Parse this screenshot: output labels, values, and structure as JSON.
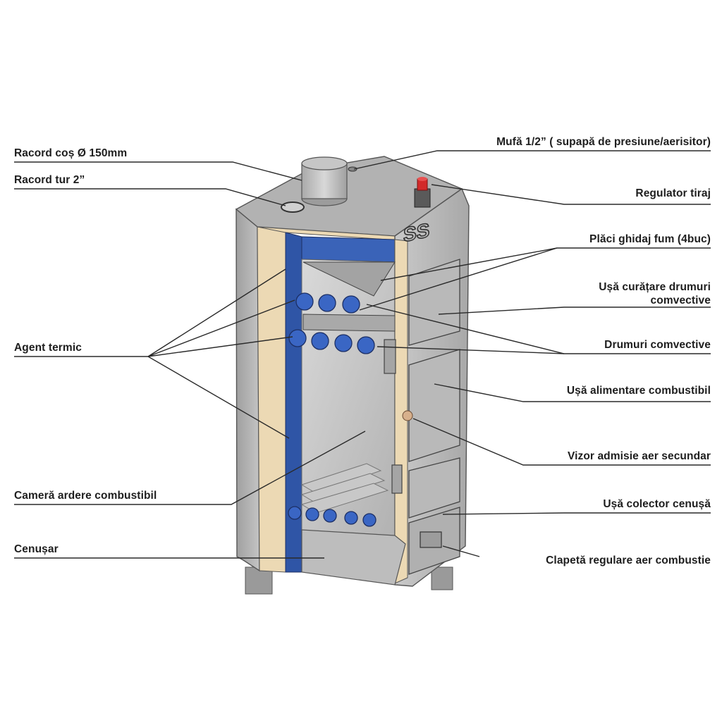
{
  "labels": {
    "racord_cos": "Racord coș  Ø 150mm",
    "racord_tur": "Racord tur 2”",
    "agent_termic": "Agent termic",
    "camera_ardere": "Cameră ardere combustibil",
    "cenusar": "Cenușar",
    "mufa": "Mufă 1/2” ( supapă de presiune/aerisitor)",
    "regulator_tiraj": "Regulator tiraj",
    "placi_ghidaj": "Plăci ghidaj fum (4buc)",
    "usa_curatare_line1": "Ușă curățare drumuri",
    "usa_curatare_line2": "comvective",
    "drumuri_comvective": "Drumuri comvective",
    "usa_alimentare": "Ușă alimentare combustibil",
    "vizor_admisie": "Vizor admisie aer secundar",
    "usa_colector": "Ușă colector cenușă",
    "clapeta_regulare": "Clapetă regulare aer combustie"
  },
  "logo_text": "SS",
  "colors": {
    "steel": "#b9b9b9",
    "steel_dark": "#8e8e8e",
    "insulation": "#ecd9b4",
    "water_jacket": "#2f55a6",
    "tube_blue": "#3a66c4",
    "regulator_red": "#d22a2a",
    "line": "#2a2a2a"
  }
}
